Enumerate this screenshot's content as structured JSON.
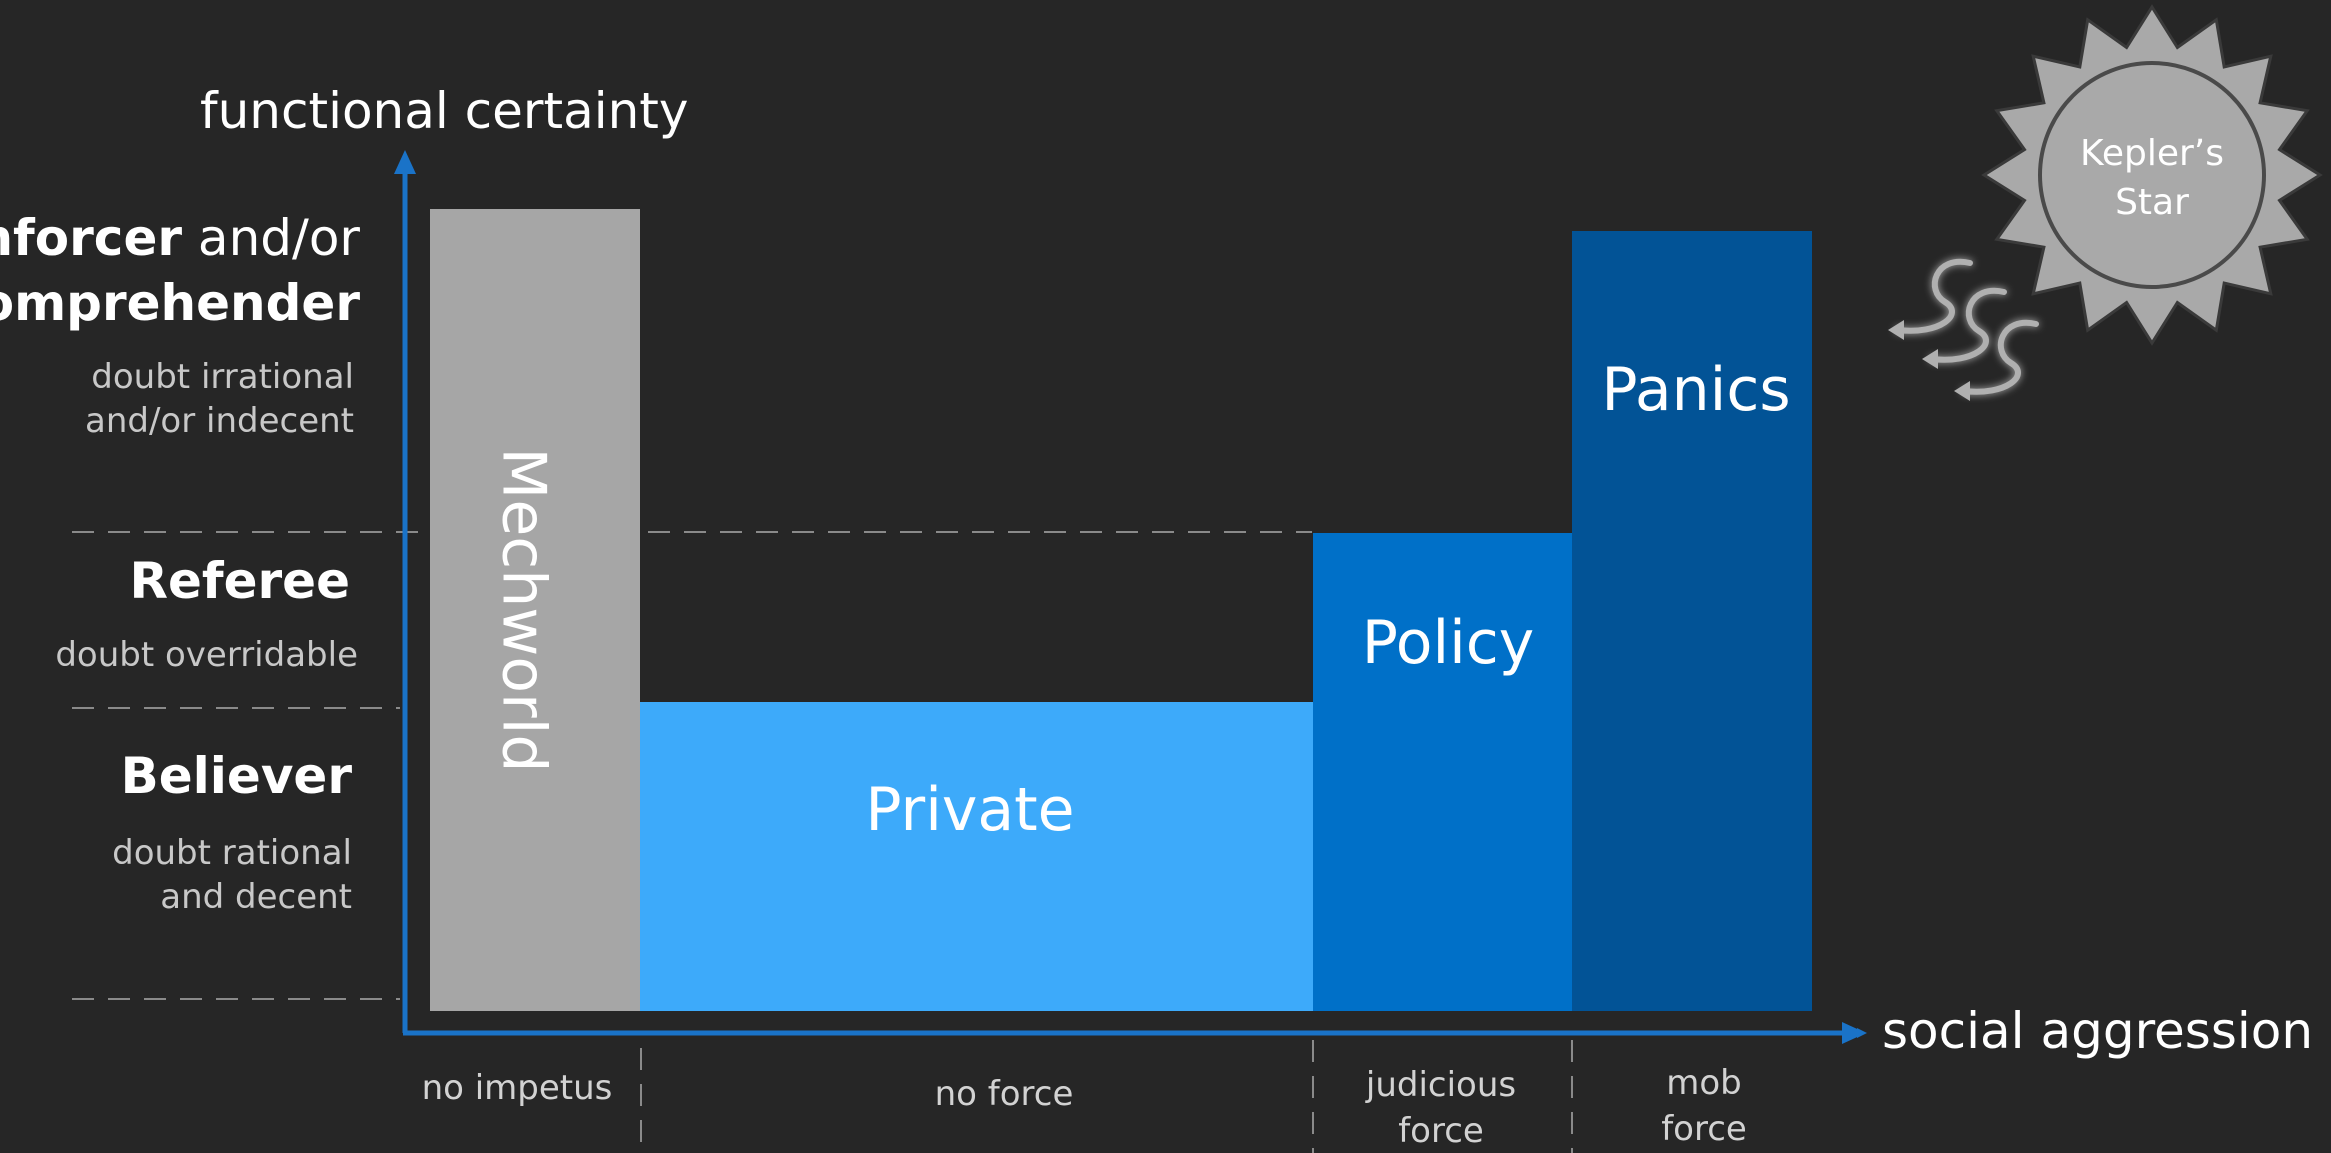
{
  "colors": {
    "background": "#262626",
    "axis": "#1a73c8",
    "mechworld": "#a6a6a6",
    "private": "#3daafa",
    "policy": "#0070c8",
    "panics": "#025396",
    "star": "#a9a9a9",
    "dashed": "#8a8a8a"
  },
  "axes": {
    "y_label": "functional certainty",
    "x_label": "social aggression"
  },
  "levels": [
    {
      "title_bold": "Enforcer",
      "title_rest": " and/or",
      "title_line2": "Comprehender",
      "sub1": "doubt irrational",
      "sub2": "and/or indecent"
    },
    {
      "title": "Referee",
      "sub1": "doubt overridable"
    },
    {
      "title": "Believer",
      "sub1": "doubt rational",
      "sub2": "and decent"
    }
  ],
  "bars": [
    {
      "label": "Mechworld",
      "color": "#a6a6a6",
      "orientation": "vertical"
    },
    {
      "label": "Private",
      "color": "#3daafa"
    },
    {
      "label": "Policy",
      "color": "#0070c8"
    },
    {
      "label": "Panics",
      "color": "#025396"
    }
  ],
  "columns": [
    {
      "line1": "no impetus"
    },
    {
      "line1": "no force"
    },
    {
      "line1": "judicious",
      "line2": "force"
    },
    {
      "line1": "mob",
      "line2": "force"
    }
  ],
  "star": {
    "line1": "Kepler’s",
    "line2": "Star"
  }
}
